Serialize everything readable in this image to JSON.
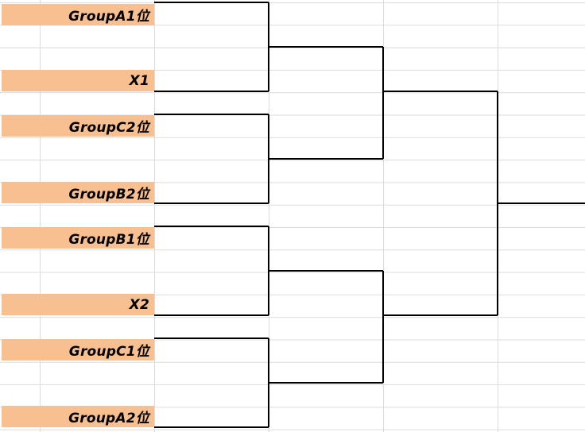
{
  "sheet": {
    "gridline_color": "#dcdcdc",
    "team_cell_color": "#f8c091",
    "line_color": "#000000"
  },
  "teams": [
    {
      "label": "GroupA1位"
    },
    {
      "label": "X1"
    },
    {
      "label": "GroupC2位"
    },
    {
      "label": "GroupB2位"
    },
    {
      "label": "GroupB1位"
    },
    {
      "label": "X2"
    },
    {
      "label": "GroupC1位"
    },
    {
      "label": "GroupA2位"
    }
  ]
}
